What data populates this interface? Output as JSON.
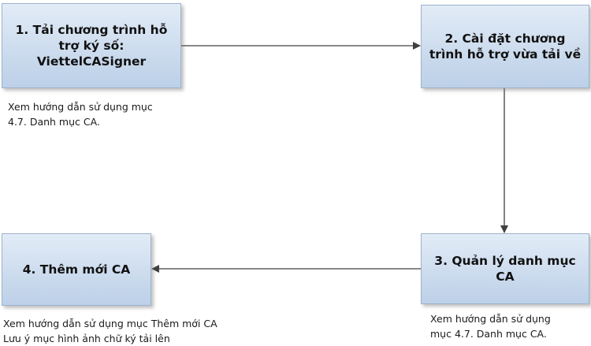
{
  "steps": [
    {
      "id": "step1",
      "lines": [
        "1. Tải chương trình hỗ",
        "trợ ký số:",
        "ViettelCASigner"
      ]
    },
    {
      "id": "step2",
      "lines": [
        "2. Cài đặt chương",
        "trình hỗ trợ vừa tải về"
      ]
    },
    {
      "id": "step3",
      "lines": [
        "3. Quản lý danh mục",
        "CA"
      ]
    },
    {
      "id": "step4",
      "lines": [
        "4. Thêm mới CA"
      ]
    }
  ],
  "notes": {
    "step1": [
      "Xem hướng dẫn sử dụng mục",
      "4.7. Danh mục CA."
    ],
    "step3": [
      "Xem hướng dẫn sử dụng",
      "mục 4.7. Danh mục CA."
    ],
    "step4": [
      "Xem hướng dẫn sử dụng mục Thêm mới CA",
      "Lưu ý mục hình ảnh chữ ký tải lên"
    ]
  },
  "colors": {
    "box_fill_top": "#e2ecf7",
    "box_fill_bottom": "#bcd0e8",
    "box_border": "#9db3cc",
    "connector": "#404040"
  }
}
